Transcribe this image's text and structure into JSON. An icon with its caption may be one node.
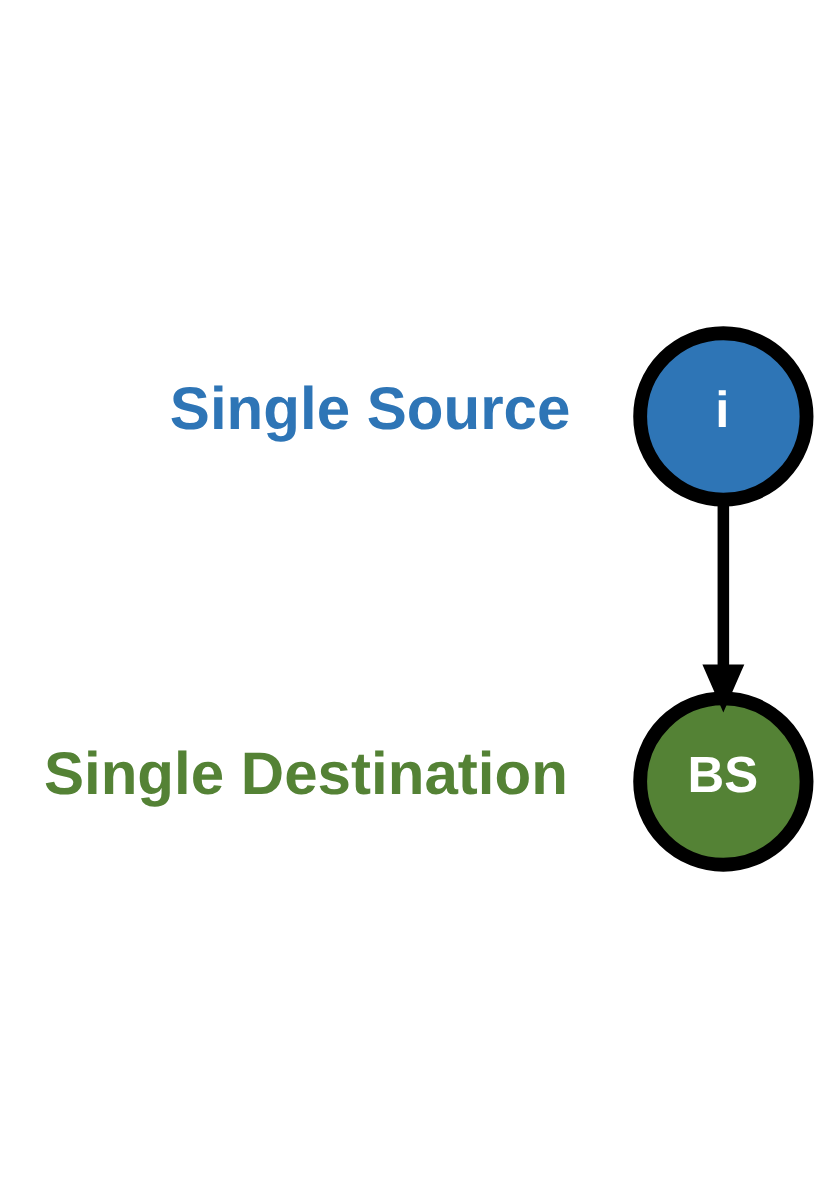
{
  "diagram": {
    "nodes": [
      {
        "text": [
          "i"
        ],
        "beside": [
          "Single Source"
        ]
      },
      {
        "text": [
          "BS"
        ],
        "beside": [
          "Single Destination"
        ]
      }
    ],
    "edges": [
      {
        "from": 0,
        "to": 1,
        "arrow": "to"
      }
    ]
  }
}
